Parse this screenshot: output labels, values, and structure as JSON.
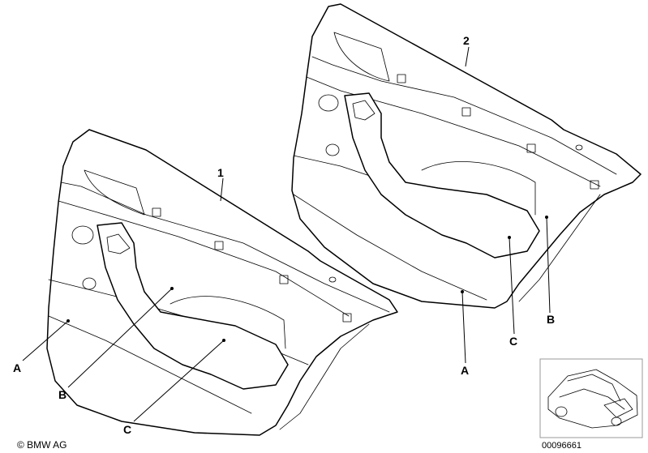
{
  "callouts": {
    "part_1": "1",
    "part_2": "2",
    "a_left": "A",
    "b_left": "B",
    "c_left": "C",
    "a_right": "A",
    "b_right": "B",
    "c_right": "C"
  },
  "footer": {
    "copyright": "© BMW AG",
    "diagram_number": "00096661"
  },
  "colors": {
    "line": "#000000",
    "background": "#ffffff",
    "inset_border": "#999999"
  }
}
